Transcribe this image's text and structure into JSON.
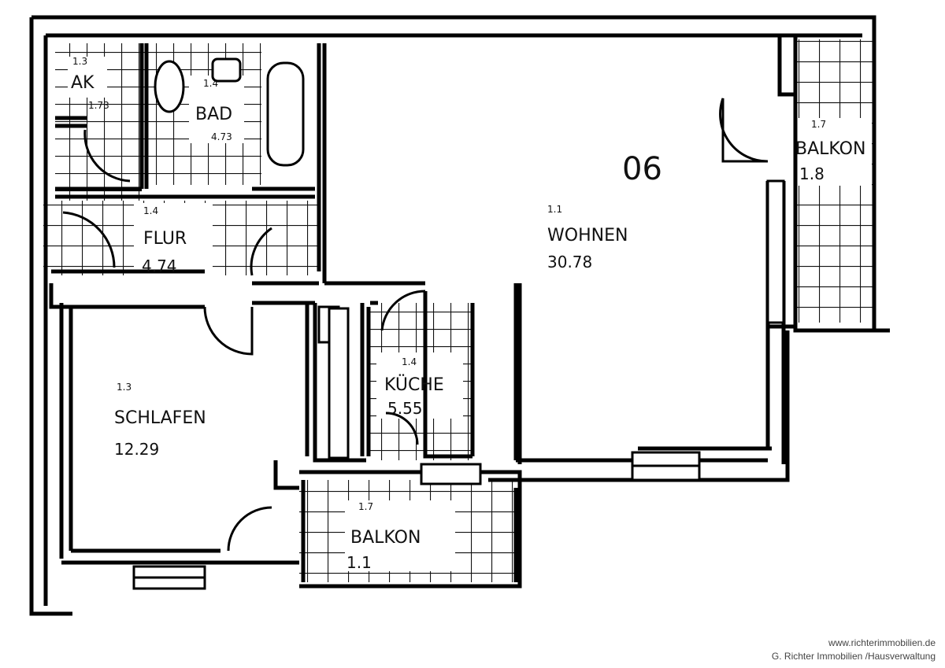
{
  "plan": {
    "unit_number": "06",
    "rooms": [
      {
        "key": "ak",
        "number": "1.3",
        "name": "AK",
        "area": "1.73"
      },
      {
        "key": "bad",
        "number": "1.4",
        "name": "BAD",
        "area": "4.73"
      },
      {
        "key": "flur",
        "number": "1.4",
        "name": "FLUR",
        "area": "4.74"
      },
      {
        "key": "wohnen",
        "number": "1.1",
        "name": "WOHNEN",
        "area": "30.78"
      },
      {
        "key": "balkon_east",
        "number": "1.7",
        "name": "BALKON",
        "area": "1.8"
      },
      {
        "key": "schlafen",
        "number": "1.3",
        "name": "SCHLAFEN",
        "area": "12.29"
      },
      {
        "key": "kueche",
        "number": "1.4",
        "name": "KÜCHE",
        "area": "5.55"
      },
      {
        "key": "balkon_south",
        "number": "1.7",
        "name": "BALKON",
        "area": "1.1"
      }
    ]
  },
  "credits": {
    "website": "www.richterimmobilien.de",
    "company": "G. Richter Immobilien /Hausverwaltung"
  }
}
